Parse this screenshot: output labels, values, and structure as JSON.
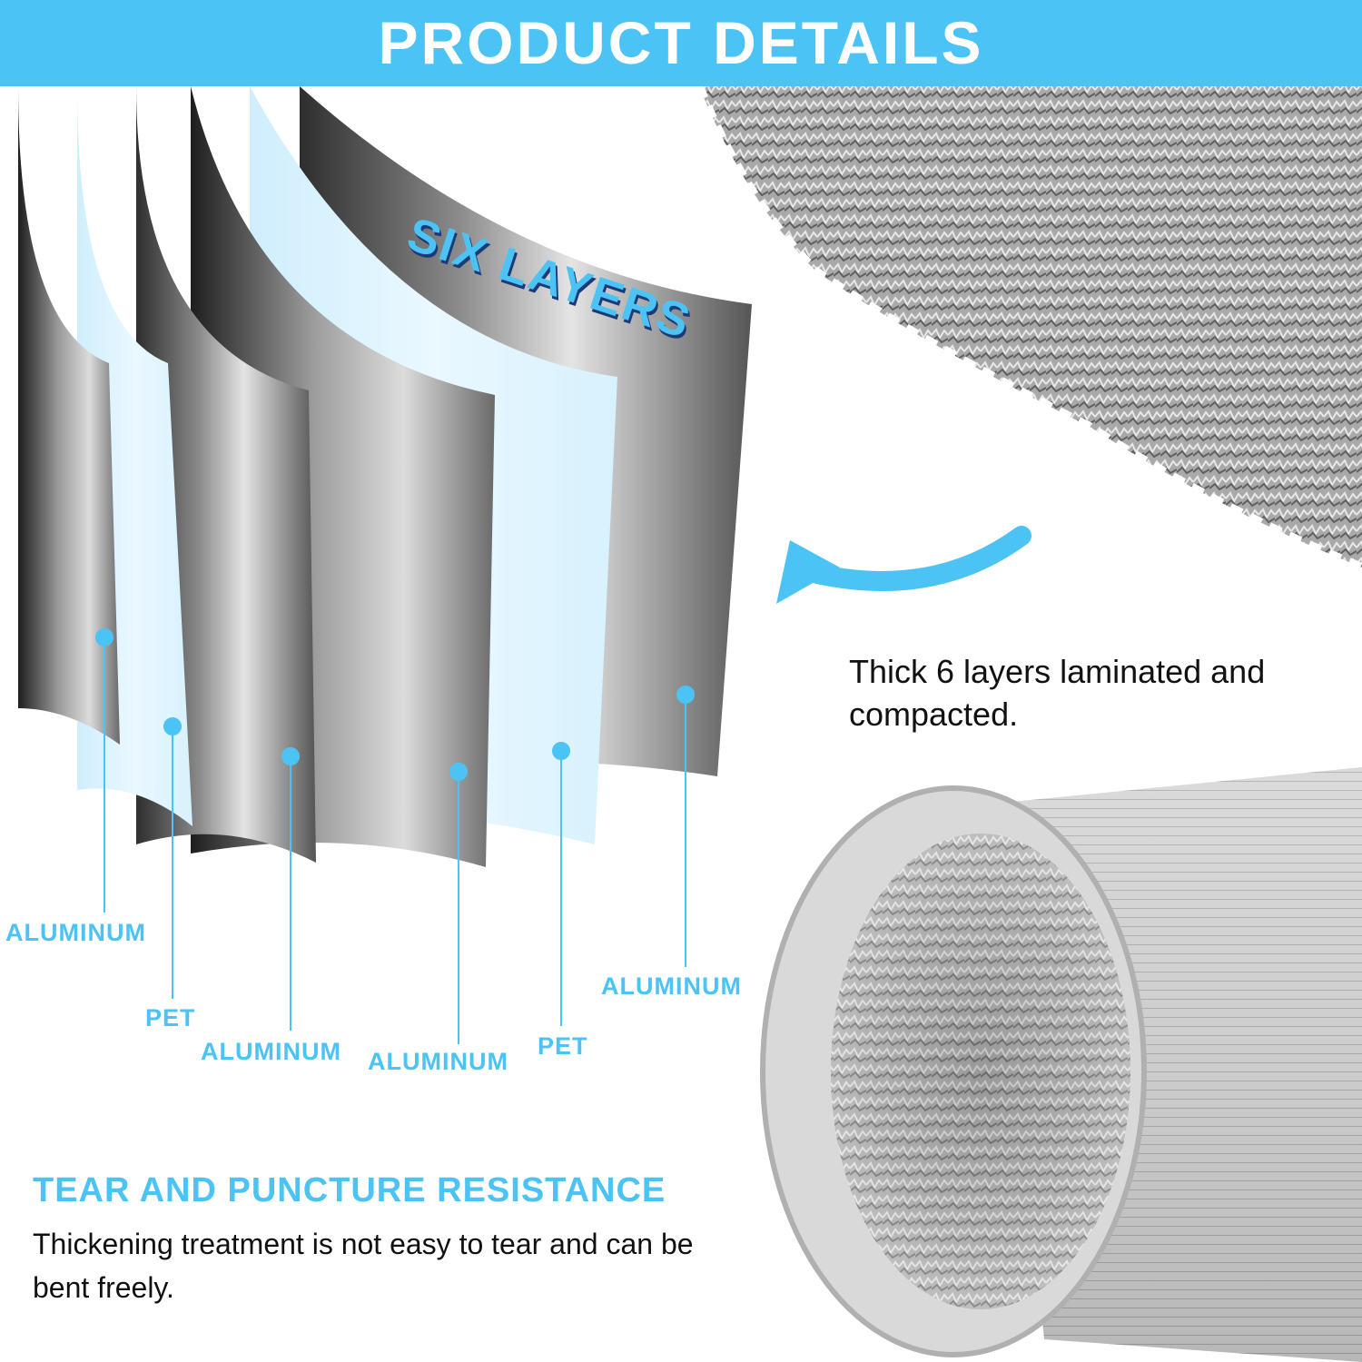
{
  "header": {
    "title": "PRODUCT DETAILS"
  },
  "layers_heading": "SIX LAYERS",
  "layer_labels": [
    "ALUMINUM",
    "PET",
    "ALUMINUM",
    "ALUMINUM",
    "PET",
    "ALUMINUM"
  ],
  "lamination_note": "Thick 6 layers laminated and compacted.",
  "feature": {
    "title": "TEAR AND PUNCTURE RESISTANCE",
    "description": "Thickening treatment is not easy to tear and can be bent freely."
  },
  "colors": {
    "accent": "#4cc3f5",
    "text": "#111111",
    "background": "#ffffff"
  },
  "icons": [
    "curved-arrow-icon"
  ]
}
